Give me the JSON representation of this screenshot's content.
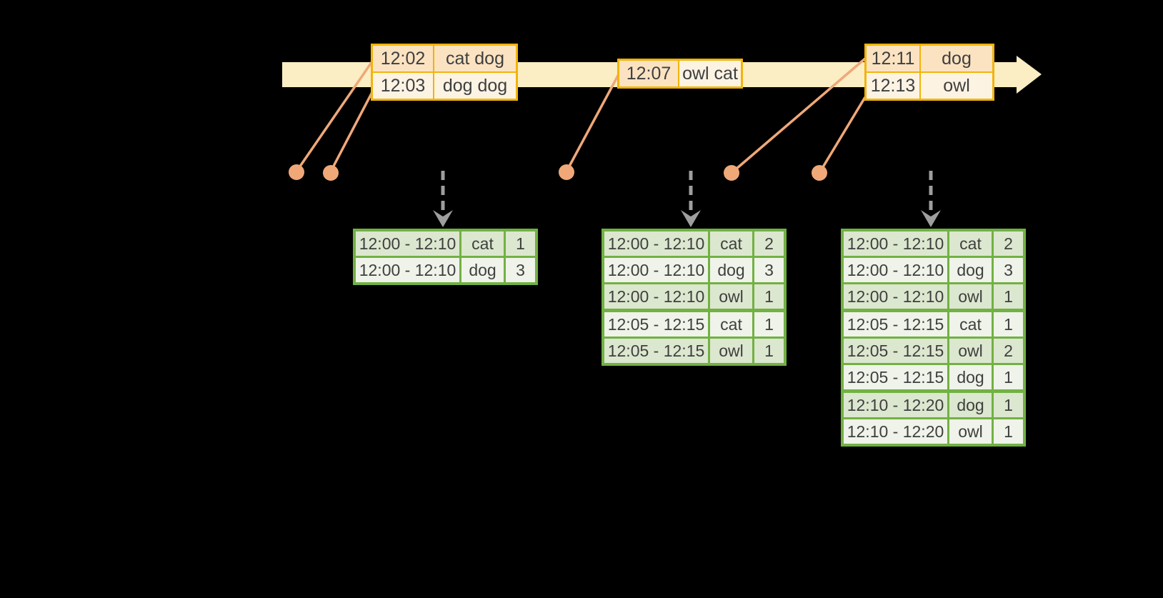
{
  "diagram": {
    "title_semantic": "windowed-grouped-aggregation-timeline",
    "background_color": "#000000",
    "colors": {
      "timeline_fill": "#fbedc4",
      "event_table_border": "#f1b40a",
      "event_cell_peach": "#fbe3c2",
      "event_cell_cream": "#fdf3e3",
      "event_dot": "#f0a878",
      "result_table_border": "#72b144",
      "result_row_dark": "#dce7cf",
      "result_row_light": "#eff3e9",
      "trigger_arrow_gray": "#9e9e9e",
      "text": "#3f3f3f"
    }
  },
  "event_tables": [
    {
      "rows": [
        {
          "time": "12:02",
          "words": "cat dog"
        },
        {
          "time": "12:03",
          "words": "dog dog"
        }
      ]
    },
    {
      "rows": [
        {
          "time": "12:07",
          "words": "owl cat"
        }
      ]
    },
    {
      "rows": [
        {
          "time": "12:11",
          "words": "dog"
        },
        {
          "time": "12:13",
          "words": "owl"
        }
      ]
    }
  ],
  "result_tables": [
    {
      "rows": [
        {
          "window": "12:00 - 12:10",
          "word": "cat",
          "count": "1"
        },
        {
          "window": "12:00 - 12:10",
          "word": "dog",
          "count": "3"
        }
      ]
    },
    {
      "rows": [
        {
          "window": "12:00 - 12:10",
          "word": "cat",
          "count": "2"
        },
        {
          "window": "12:00 - 12:10",
          "word": "dog",
          "count": "3"
        },
        {
          "window": "12:00 - 12:10",
          "word": "owl",
          "count": "1"
        },
        {
          "window": "12:05 - 12:15",
          "word": "cat",
          "count": "1"
        },
        {
          "window": "12:05 - 12:15",
          "word": "owl",
          "count": "1"
        }
      ]
    },
    {
      "rows": [
        {
          "window": "12:00 - 12:10",
          "word": "cat",
          "count": "2"
        },
        {
          "window": "12:00 - 12:10",
          "word": "dog",
          "count": "3"
        },
        {
          "window": "12:00 - 12:10",
          "word": "owl",
          "count": "1"
        },
        {
          "window": "12:05 - 12:15",
          "word": "cat",
          "count": "1"
        },
        {
          "window": "12:05 - 12:15",
          "word": "owl",
          "count": "2"
        },
        {
          "window": "12:05 - 12:15",
          "word": "dog",
          "count": "1"
        },
        {
          "window": "12:10 - 12:20",
          "word": "dog",
          "count": "1"
        },
        {
          "window": "12:10 - 12:20",
          "word": "owl",
          "count": "1"
        }
      ]
    }
  ]
}
